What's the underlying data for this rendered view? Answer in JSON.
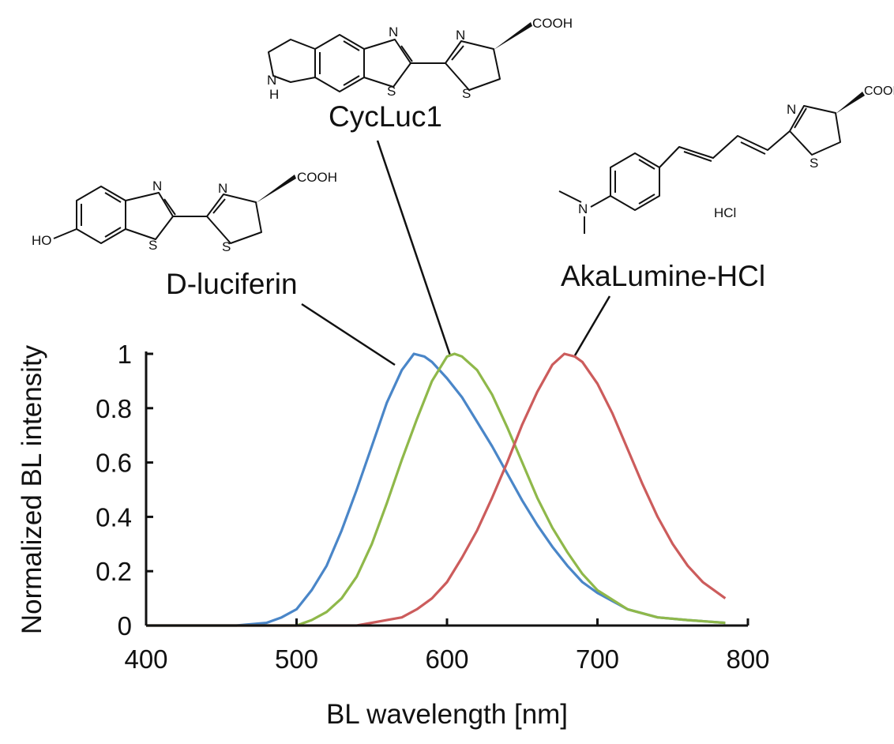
{
  "chart_data": {
    "type": "line",
    "xlabel": "BL wavelength [nm]",
    "ylabel": "Normalized BL intensity",
    "xlim": [
      400,
      800
    ],
    "ylim": [
      0,
      1
    ],
    "xticks": [
      "400",
      "500",
      "600",
      "700",
      "800"
    ],
    "yticks": [
      "0",
      "0.2",
      "0.4",
      "0.6",
      "0.8",
      "1"
    ],
    "grid": false,
    "legend": "none",
    "series": [
      {
        "name": "D-luciferin",
        "color": "#4a86c8",
        "x": [
          400,
          460,
          480,
          490,
          500,
          510,
          520,
          530,
          540,
          550,
          560,
          570,
          578,
          585,
          590,
          600,
          610,
          620,
          630,
          640,
          650,
          660,
          670,
          680,
          690,
          700,
          720,
          740,
          760,
          785
        ],
        "y": [
          0.0,
          0.0,
          0.01,
          0.03,
          0.06,
          0.13,
          0.22,
          0.35,
          0.5,
          0.66,
          0.82,
          0.94,
          1.0,
          0.99,
          0.97,
          0.91,
          0.84,
          0.75,
          0.66,
          0.56,
          0.46,
          0.37,
          0.29,
          0.22,
          0.16,
          0.12,
          0.06,
          0.03,
          0.02,
          0.01
        ]
      },
      {
        "name": "CycLuc1",
        "color": "#8fb84a",
        "x": [
          400,
          500,
          510,
          520,
          530,
          540,
          550,
          560,
          570,
          580,
          590,
          600,
          605,
          610,
          620,
          630,
          640,
          650,
          660,
          670,
          680,
          690,
          700,
          720,
          740,
          760,
          785
        ],
        "y": [
          0.0,
          0.0,
          0.02,
          0.05,
          0.1,
          0.18,
          0.3,
          0.45,
          0.61,
          0.76,
          0.9,
          0.99,
          1.0,
          0.99,
          0.94,
          0.85,
          0.73,
          0.6,
          0.47,
          0.36,
          0.27,
          0.19,
          0.13,
          0.06,
          0.03,
          0.02,
          0.01
        ]
      },
      {
        "name": "AkaLumine-HCl",
        "color": "#cc5c5c",
        "x": [
          400,
          540,
          560,
          570,
          580,
          590,
          600,
          610,
          620,
          630,
          640,
          650,
          660,
          670,
          678,
          685,
          690,
          700,
          710,
          720,
          730,
          740,
          750,
          760,
          770,
          785
        ],
        "y": [
          0.0,
          0.0,
          0.02,
          0.03,
          0.06,
          0.1,
          0.16,
          0.25,
          0.35,
          0.47,
          0.6,
          0.74,
          0.86,
          0.96,
          1.0,
          0.99,
          0.97,
          0.89,
          0.78,
          0.65,
          0.52,
          0.4,
          0.3,
          0.22,
          0.16,
          0.1
        ]
      }
    ],
    "annotations": [
      {
        "text": "D-luciferin",
        "series": "D-luciferin"
      },
      {
        "text": "CycLuc1",
        "series": "CycLuc1"
      },
      {
        "text": "AkaLumine-HCl",
        "series": "AkaLumine-HCl"
      }
    ]
  },
  "structures": {
    "dluciferin": {
      "oh": "HO",
      "n1": "N",
      "s1": "S",
      "n2": "N",
      "s2": "S",
      "acid": "COOH"
    },
    "cycluc1": {
      "nh": "N",
      "h": "H",
      "n1": "N",
      "s1": "S",
      "n2": "N",
      "s2": "S",
      "acid": "COOH"
    },
    "akalumine": {
      "n": "N",
      "n2": "N",
      "s": "S",
      "acid": "COOH",
      "salt": "HCl"
    }
  }
}
